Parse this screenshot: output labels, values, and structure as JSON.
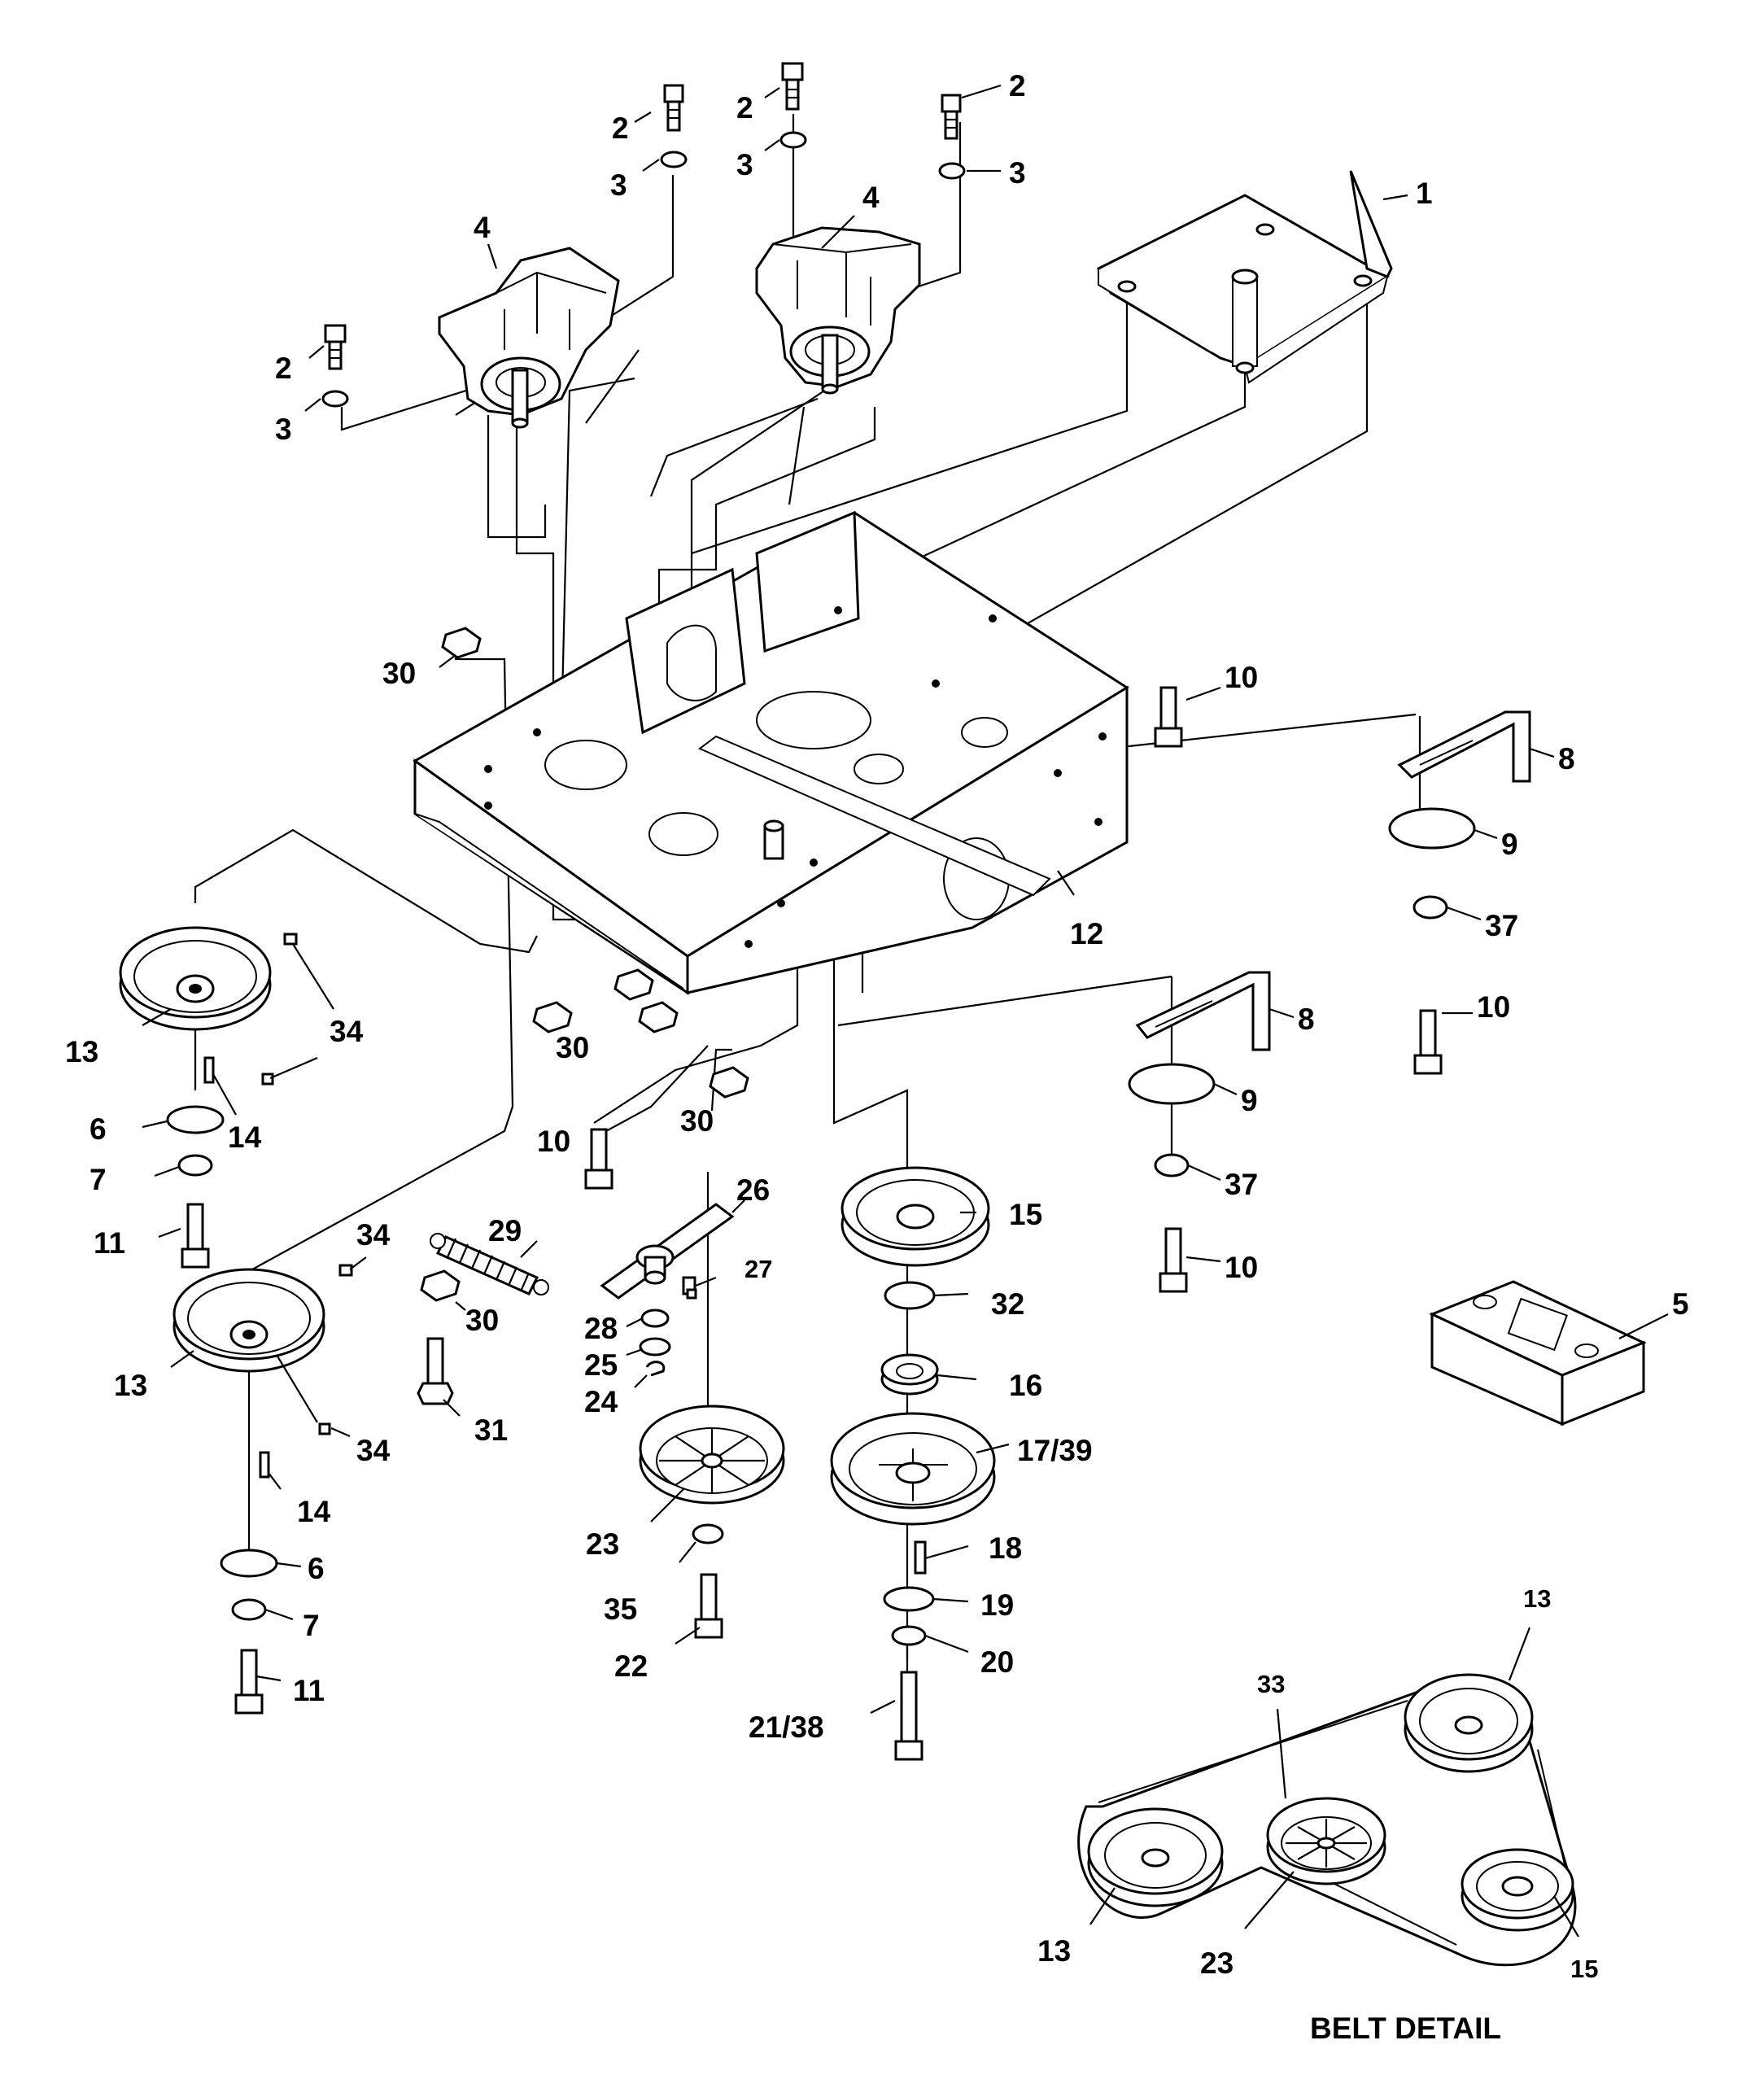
{
  "callouts": [
    {
      "id": "c2a",
      "text": "2"
    },
    {
      "id": "c3a",
      "text": "3"
    },
    {
      "id": "c2b",
      "text": "2"
    },
    {
      "id": "c3b",
      "text": "3"
    },
    {
      "id": "c2c",
      "text": "2"
    },
    {
      "id": "c3c",
      "text": "3"
    },
    {
      "id": "c2d",
      "text": "2"
    },
    {
      "id": "c3d",
      "text": "3"
    },
    {
      "id": "c4a",
      "text": "4"
    },
    {
      "id": "c4b",
      "text": "4"
    },
    {
      "id": "c1",
      "text": "1"
    },
    {
      "id": "c30a",
      "text": "30"
    },
    {
      "id": "c30b",
      "text": "30"
    },
    {
      "id": "c30c",
      "text": "30"
    },
    {
      "id": "c30d",
      "text": "30"
    },
    {
      "id": "c10a",
      "text": "10"
    },
    {
      "id": "c10b",
      "text": "10"
    },
    {
      "id": "c10c",
      "text": "10"
    },
    {
      "id": "c10d",
      "text": "10"
    },
    {
      "id": "c8a",
      "text": "8"
    },
    {
      "id": "c9a",
      "text": "9"
    },
    {
      "id": "c37a",
      "text": "37"
    },
    {
      "id": "c8b",
      "text": "8"
    },
    {
      "id": "c9b",
      "text": "9"
    },
    {
      "id": "c37b",
      "text": "37"
    },
    {
      "id": "c12",
      "text": "12"
    },
    {
      "id": "c13a",
      "text": "13"
    },
    {
      "id": "c34a",
      "text": "34"
    },
    {
      "id": "c14a",
      "text": "14"
    },
    {
      "id": "c6a",
      "text": "6"
    },
    {
      "id": "c7a",
      "text": "7"
    },
    {
      "id": "c11a",
      "text": "11"
    },
    {
      "id": "c13b",
      "text": "13"
    },
    {
      "id": "c34b",
      "text": "34"
    },
    {
      "id": "c34c",
      "text": "34"
    },
    {
      "id": "c14b",
      "text": "14"
    },
    {
      "id": "c6b",
      "text": "6"
    },
    {
      "id": "c7b",
      "text": "7"
    },
    {
      "id": "c11b",
      "text": "11"
    },
    {
      "id": "c29",
      "text": "29"
    },
    {
      "id": "c31",
      "text": "31"
    },
    {
      "id": "c26",
      "text": "26"
    },
    {
      "id": "c27",
      "text": "27"
    },
    {
      "id": "c28",
      "text": "28"
    },
    {
      "id": "c25",
      "text": "25"
    },
    {
      "id": "c24",
      "text": "24"
    },
    {
      "id": "c23a",
      "text": "23"
    },
    {
      "id": "c35",
      "text": "35"
    },
    {
      "id": "c22",
      "text": "22"
    },
    {
      "id": "c15a",
      "text": "15"
    },
    {
      "id": "c32",
      "text": "32"
    },
    {
      "id": "c16",
      "text": "16"
    },
    {
      "id": "c17_39",
      "text": "17/39"
    },
    {
      "id": "c18",
      "text": "18"
    },
    {
      "id": "c19",
      "text": "19"
    },
    {
      "id": "c20",
      "text": "20"
    },
    {
      "id": "c21_38",
      "text": "21/38"
    },
    {
      "id": "c5",
      "text": "5"
    },
    {
      "id": "c13c",
      "text": "13"
    },
    {
      "id": "c33",
      "text": "33"
    },
    {
      "id": "c13d",
      "text": "13"
    },
    {
      "id": "c23b",
      "text": "23"
    },
    {
      "id": "c15b",
      "text": "15"
    }
  ],
  "belt_detail": {
    "caption": "BELT DETAIL"
  }
}
